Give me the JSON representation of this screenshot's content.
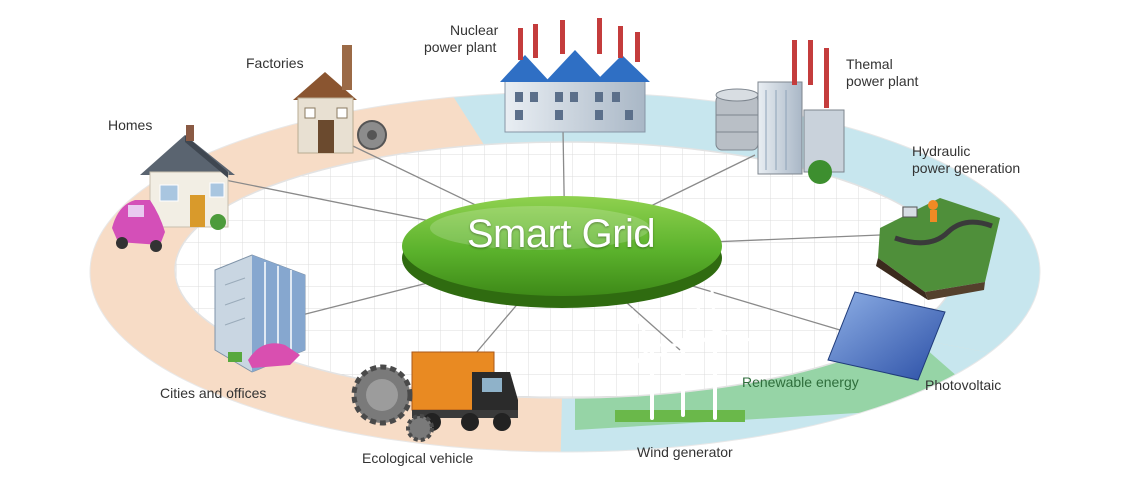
{
  "center": {
    "label": "Smart Grid"
  },
  "nodes": {
    "homes": "Homes",
    "factories": "Factories",
    "nuclear": [
      "Nuclear",
      "power plant"
    ],
    "thermal": [
      "Themal",
      "power plant"
    ],
    "hydraulic": [
      "Hydraulic",
      "power generation"
    ],
    "photovoltaic": "Photovoltaic",
    "wind": "Wind generator",
    "vehicle": "Ecological vehicle",
    "cities": "Cities and offices"
  },
  "zones": {
    "renewable": "Renewable energy"
  },
  "colors": {
    "consumer_zone": "#f7dcc6",
    "supply_zone": "#c7e6ee",
    "renewable_zone": "#96d4a6",
    "hub_green": "#5bb22c",
    "grid_line": "#d9d9d9"
  }
}
